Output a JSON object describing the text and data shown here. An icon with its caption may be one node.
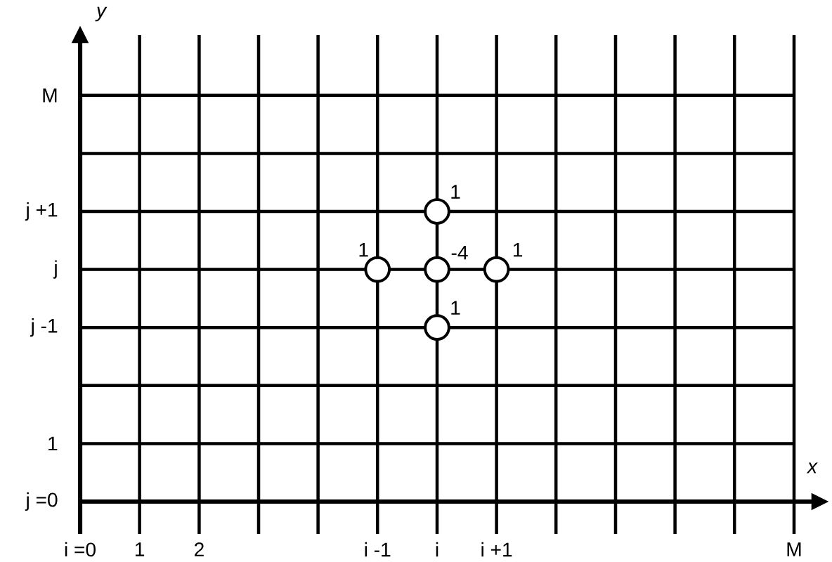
{
  "diagram": {
    "nodes": [
      {
        "text": [],
        "shape": "circle",
        "beside": [
          "1"
        ]
      },
      {
        "text": [],
        "shape": "circle",
        "beside": [
          "1"
        ]
      },
      {
        "text": [],
        "shape": "circle",
        "beside": [
          "-4"
        ]
      },
      {
        "text": [],
        "shape": "circle",
        "beside": [
          "1"
        ]
      },
      {
        "text": [],
        "shape": "circle",
        "beside": [
          "1"
        ]
      }
    ],
    "edges": [],
    "labels": [
      "y",
      "M",
      "j +1",
      "j",
      "j -1",
      "1",
      "j =0",
      "x",
      "i =0",
      "1",
      "2",
      "i -1",
      "i",
      "i +1",
      "M"
    ]
  }
}
